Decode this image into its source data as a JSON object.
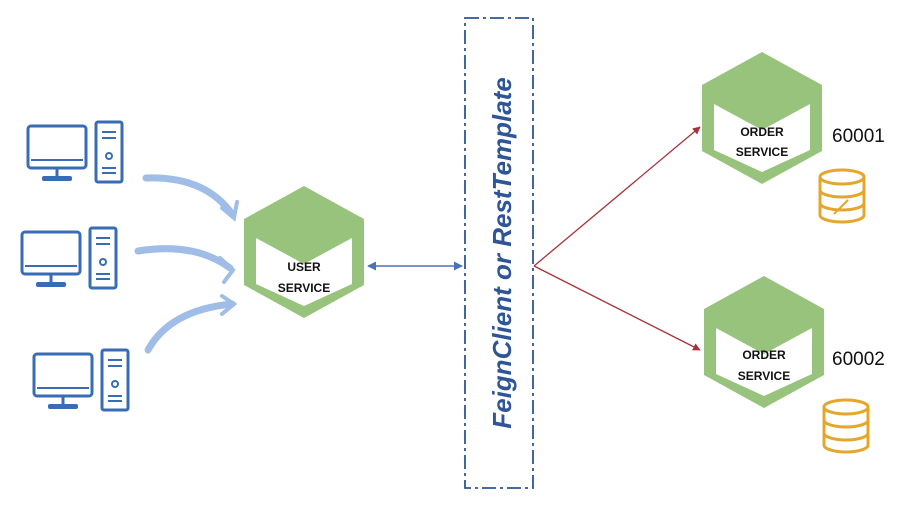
{
  "colors": {
    "hex_fill": "#98c37c",
    "hex_face": "#ffffff",
    "computer": "#3a6cb5",
    "swoosh": "#9fbde6",
    "db": "#e6a52b",
    "connector_blue": "#4a72b8",
    "connector_red": "#a8323a",
    "dashed_box": "#2e5597"
  },
  "clients": [
    {
      "icon": "desktop-computer-icon"
    },
    {
      "icon": "desktop-computer-icon"
    },
    {
      "icon": "desktop-computer-icon"
    }
  ],
  "user_service": {
    "line1": "USER",
    "line2": "SERVICE"
  },
  "gateway": {
    "label": "FeignClient or RestTemplate"
  },
  "order_services": [
    {
      "line1": "ORDER",
      "line2": "SERVICE",
      "port": "60001",
      "db_icon": "database-edit-icon"
    },
    {
      "line1": "ORDER",
      "line2": "SERVICE",
      "port": "60002",
      "db_icon": "database-icon"
    }
  ]
}
